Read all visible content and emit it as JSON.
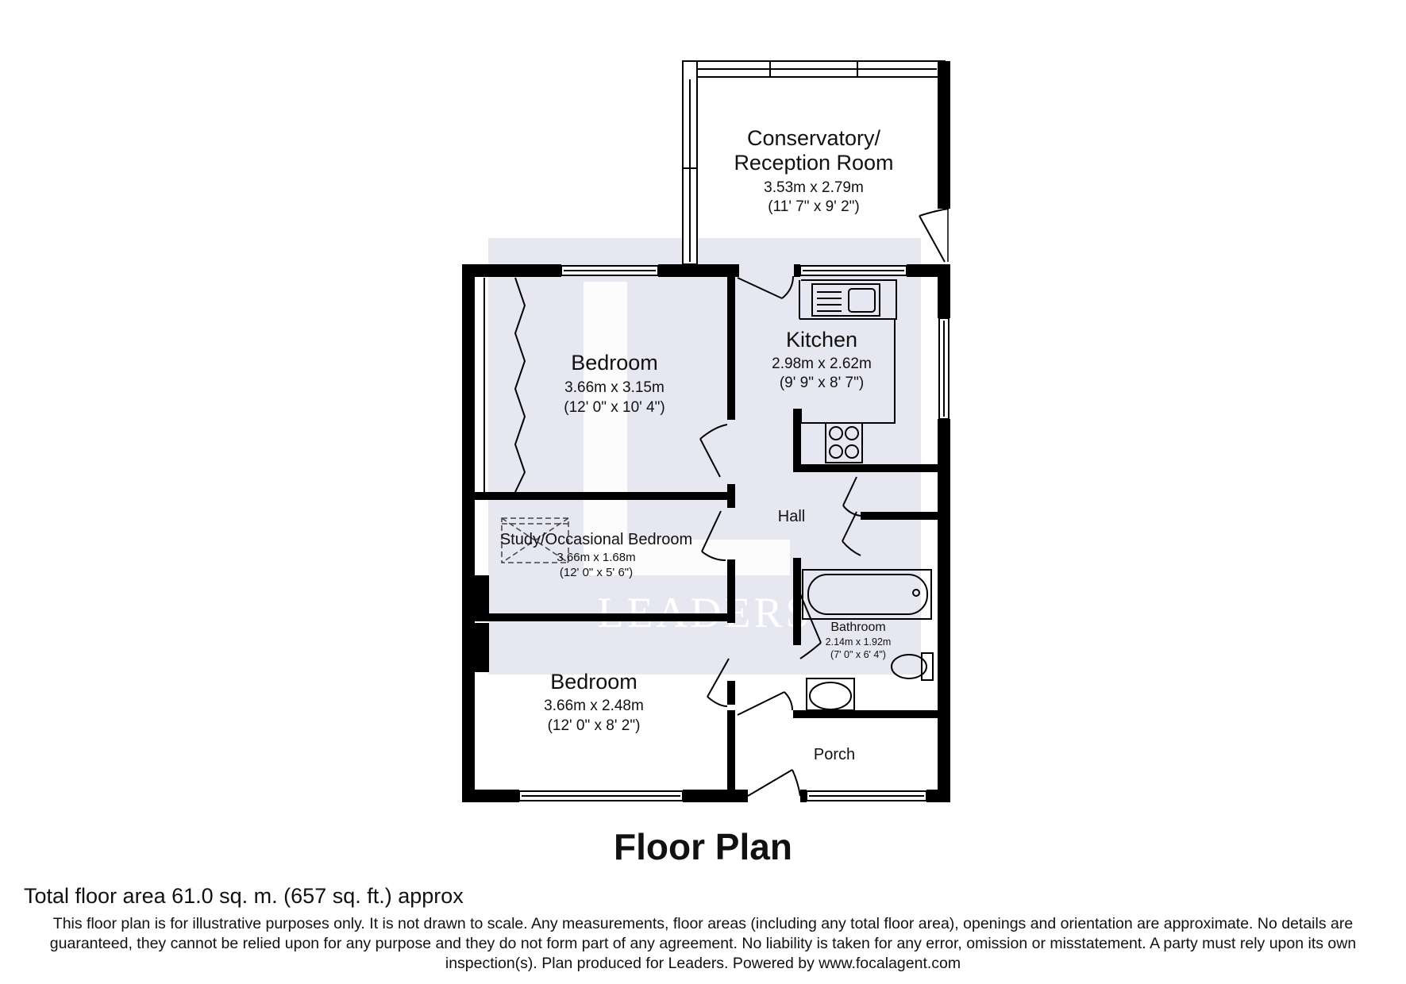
{
  "watermark": {
    "brand": "LEADERS"
  },
  "rooms": [
    {
      "id": "conservatory",
      "name_line1": "Conservatory/",
      "name_line2": "Reception Room",
      "metric": "3.53m x 2.79m",
      "imperial": "(11' 7\" x 9' 2\")"
    },
    {
      "id": "bedroom-1",
      "name_line1": "Bedroom",
      "metric": "3.66m x 3.15m",
      "imperial": "(12' 0\" x 10' 4\")"
    },
    {
      "id": "kitchen",
      "name_line1": "Kitchen",
      "metric": "2.98m x 2.62m",
      "imperial": "(9' 9\" x 8' 7\")"
    },
    {
      "id": "hall",
      "name_line1": "Hall"
    },
    {
      "id": "study",
      "name_line1": "Study/Occasional Bedroom",
      "metric": "3.66m x 1.68m",
      "imperial": "(12' 0\" x 5' 6\")"
    },
    {
      "id": "bathroom",
      "name_line1": "Bathroom",
      "metric": "2.14m x 1.92m",
      "imperial": "(7' 0\" x 6' 4\")"
    },
    {
      "id": "bedroom-2",
      "name_line1": "Bedroom",
      "metric": "3.66m x 2.48m",
      "imperial": "(12' 0\" x 8' 2\")"
    },
    {
      "id": "porch",
      "name_line1": "Porch"
    }
  ],
  "footer": {
    "title": "Floor Plan",
    "total_area": "Total floor area 61.0 sq. m. (657 sq. ft.) approx",
    "disclaimer": "This floor plan is for illustrative purposes only. It is not drawn to scale. Any measurements, floor areas (including any total floor area), openings and orientation are approximate. No details are guaranteed, they cannot be relied upon for any purpose and they do not form part of any agreement. No liability is taken for any error, omission or misstatement. A party must rely upon its own inspection(s). Plan produced for Leaders. Powered by www.focalagent.com"
  },
  "colors": {
    "wall": "#000000",
    "watermark": "#e6e7f0",
    "fixture": "#444444"
  }
}
